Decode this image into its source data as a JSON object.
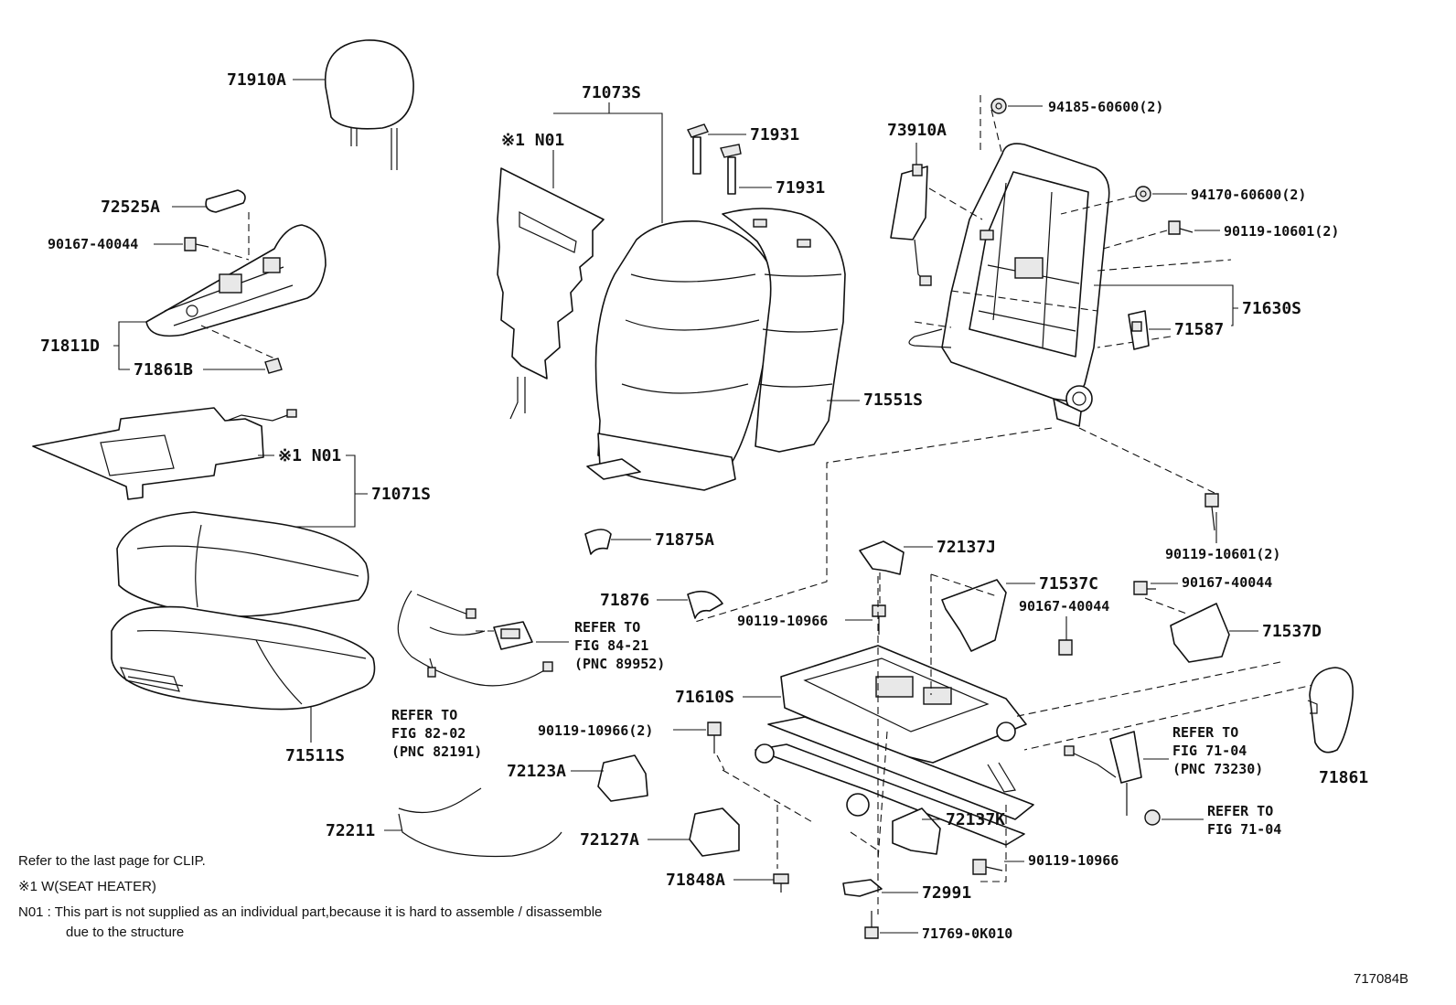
{
  "callouts": {
    "c71910A": "71910A",
    "c72525A": "72525A",
    "c90167_40044_a": "90167-40044",
    "c71811D": "71811D",
    "c71861B": "71861B",
    "c71073S": "71073S",
    "c_n01_a": "※1 N01",
    "c71931_a": "71931",
    "c71931_b": "71931",
    "c73910A": "73910A",
    "c94185": "94185-60600(2)",
    "c94170": "94170-60600(2)",
    "c90119_10601_a": "90119-10601(2)",
    "c71630S": "71630S",
    "c71587": "71587",
    "c71551S": "71551S",
    "c_n01_b": "※1 N01",
    "c71071S": "71071S",
    "c71875A": "71875A",
    "c72137J": "72137J",
    "c90119_10601_b": "90119-10601(2)",
    "c71876": "71876",
    "c90119_10966_a": "90119-10966",
    "c71537C": "71537C",
    "c90167_40044_b": "90167-40044",
    "c90167_40044_c": "90167-40044",
    "c71537D": "71537D",
    "c71610S": "71610S",
    "c90119_10966_2": "90119-10966(2)",
    "c71511S": "71511S",
    "c72123A": "72123A",
    "c71861": "71861",
    "c72137K": "72137K",
    "c72211": "72211",
    "c72127A": "72127A",
    "c90119_10966_b": "90119-10966",
    "c71848A": "71848A",
    "c72991": "72991",
    "c71769": "71769-0K010"
  },
  "references": {
    "fig84": [
      "REFER TO",
      "FIG 84-21",
      "(PNC 89952)"
    ],
    "fig82": [
      "REFER TO",
      "FIG 82-02",
      "(PNC 82191)"
    ],
    "fig71_pnc": [
      "REFER TO",
      "FIG 71-04",
      "(PNC 73230)"
    ],
    "fig71": [
      "REFER TO",
      "FIG 71-04"
    ]
  },
  "notes": {
    "clip": "Refer to the last page for CLIP.",
    "mark": "※1  W(SEAT  HEATER)",
    "n01": "N01 :  This part is not supplied as an individual part,because it is hard to assemble / disassemble",
    "n01_cont": "due to the structure"
  },
  "figure_id": "717084B"
}
